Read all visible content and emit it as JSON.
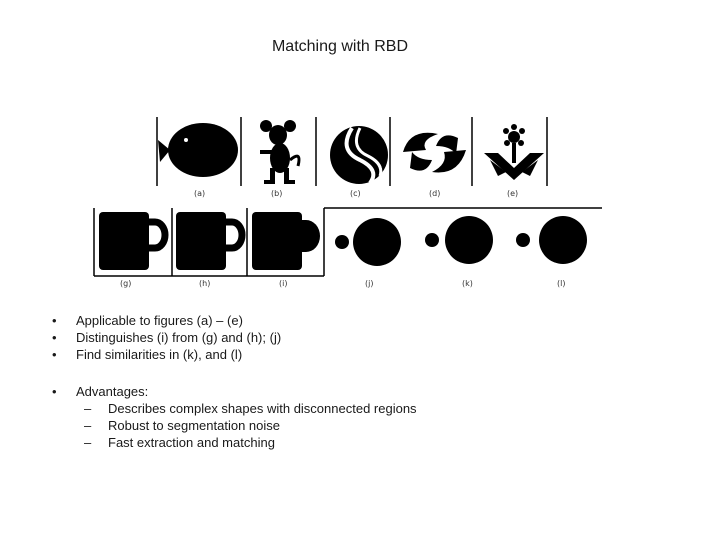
{
  "slide": {
    "title": "Matching with RBD"
  },
  "figure": {
    "top_captions": [
      "(a)",
      "(b)",
      "(c)",
      "(d)",
      "(e)"
    ],
    "bottom_captions": [
      "(g)",
      "(h)",
      "(i)",
      "(j)",
      "(k)",
      "(l)"
    ]
  },
  "bullets": {
    "items": [
      "Applicable to figures (a) – (e)",
      "Distinguishes (i) from (g) and (h); (j)",
      "Find similarities in (k), and (l)"
    ],
    "advantages": {
      "label": "Advantages:",
      "items": [
        "Describes complex shapes with disconnected regions",
        "Robust to segmentation noise",
        "Fast extraction and matching"
      ]
    },
    "bullet_glyph": "•",
    "dash_glyph": "–"
  }
}
